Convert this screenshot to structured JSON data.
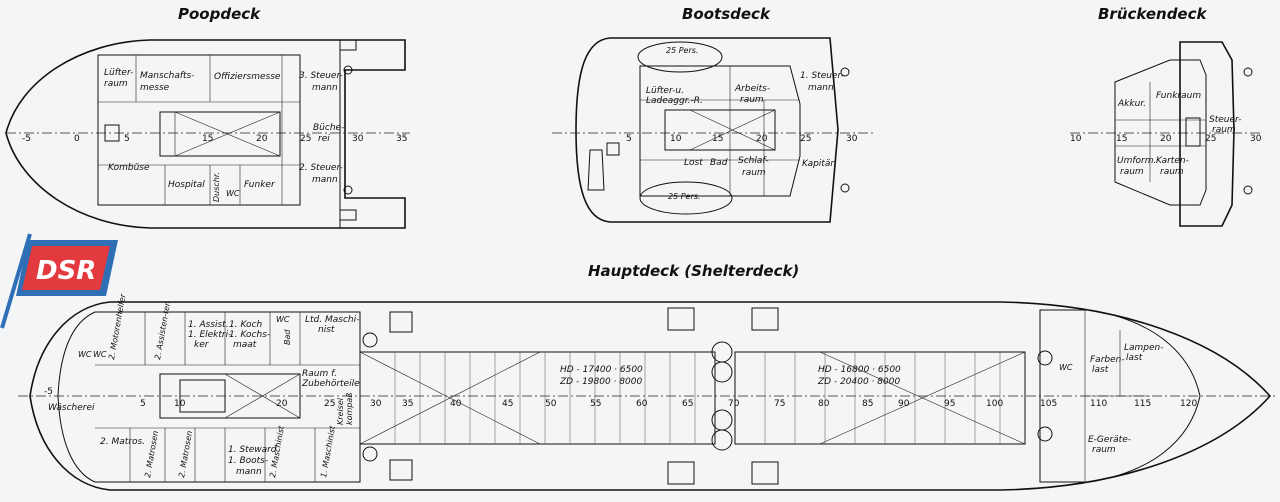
{
  "titles": {
    "poop": "Poopdeck",
    "boots": "Bootsdeck",
    "bruecken": "Brückendeck",
    "haupt": "Hauptdeck  (Shelterdeck)"
  },
  "logo": {
    "text": "DSR",
    "color_red": "#e23a3f",
    "color_blue": "#2e6fb5"
  },
  "poopdeck": {
    "rooms": {
      "luefter1": "Lüfter-",
      "luefter2": "raum",
      "mannschaft1": "Manschafts-",
      "mannschaft2": "messe",
      "offiziere": "Offiziersmesse",
      "steuer3a": "3. Steuer-",
      "steuer3b": "mann",
      "buecherei1": "Büche-",
      "buecherei2": "rei",
      "steuer2a": "2. Steuer-",
      "steuer2b": "mann",
      "kombuese": "Kombüse",
      "hospital": "Hospital",
      "duschr": "Duschr.",
      "wc": "WC",
      "funker": "Funker"
    },
    "frames": [
      "-5",
      "0",
      "5",
      "15",
      "20",
      "25",
      "30",
      "35"
    ]
  },
  "bootsdeck": {
    "rooms": {
      "boat_top": "25 Pers.",
      "boat_bottom": "25 Pers.",
      "luefter1": "Lüfter-u.",
      "luefter2": "Ladeaggr.-R.",
      "arbeit1": "Arbeits-",
      "arbeit2": "raum",
      "steuer1a": "1. Steuer-",
      "steuer1b": "mann",
      "lost": "Lost",
      "bad": "Bad",
      "schlaf1": "Schlaf-",
      "schlaf2": "raum",
      "kapitaen": "Kapitän"
    },
    "frames": [
      "5",
      "10",
      "15",
      "20",
      "25",
      "30"
    ]
  },
  "brueckendeck": {
    "rooms": {
      "akkur": "Akkur.",
      "funkraum": "Funkraum",
      "steuer1": "Steuer-",
      "steuer2": "raum",
      "umform1": "Umform.",
      "umform2": "raum",
      "karten1": "Karten-",
      "karten2": "raum"
    },
    "frames": [
      "10",
      "15",
      "20",
      "25",
      "30"
    ]
  },
  "hauptdeck": {
    "rooms": {
      "wc1": "WC",
      "wc2": "WC",
      "motorenhelfer": "2. Motorenhelfer",
      "assisten": "2. Assisten-ten",
      "assist1a": "1. Assist.",
      "assist1b": "1. Elektri-",
      "assist1c": "ker",
      "koch1a": "1. Koch",
      "koch1b": "1. Kochs-",
      "koch1c": "maat",
      "wc3": "WC",
      "bad": "Bad",
      "ltdmasch1": "Ltd. Maschi-",
      "ltdmasch2": "nist",
      "raumf1": "Raum f.",
      "raumf2": "Zubehörteile",
      "kreisel1": "Kreisel",
      "kreisel2": "kompaß",
      "waescherei": "Wäscherei",
      "matros2a": "2. Matros.",
      "matros2b": "2. Matrosen",
      "matros2c": "2. Matrosen",
      "steward1": "1. Steward",
      "steward2": "1. Boots-",
      "steward3": "mann",
      "masch2": "2. Maschinist",
      "masch1": "1. Maschinist",
      "farben1": "Farben-",
      "farben2": "last",
      "lampen1": "Lampen-",
      "lampen2": "last",
      "egeraete1": "E-Geräte-",
      "egeraete2": "raum",
      "wc4": "WC"
    },
    "hold1": {
      "hd": "HD - 17400 · 6500",
      "zd": "ZD - 19800 · 8000"
    },
    "hold2": {
      "hd": "HD - 16800 · 6500",
      "zd": "ZD - 20400 · 8000"
    },
    "frames": [
      "-5",
      "5",
      "10",
      "20",
      "25",
      "30",
      "35",
      "40",
      "45",
      "50",
      "55",
      "60",
      "65",
      "70",
      "75",
      "80",
      "85",
      "90",
      "95",
      "100",
      "105",
      "110",
      "115",
      "120"
    ]
  }
}
